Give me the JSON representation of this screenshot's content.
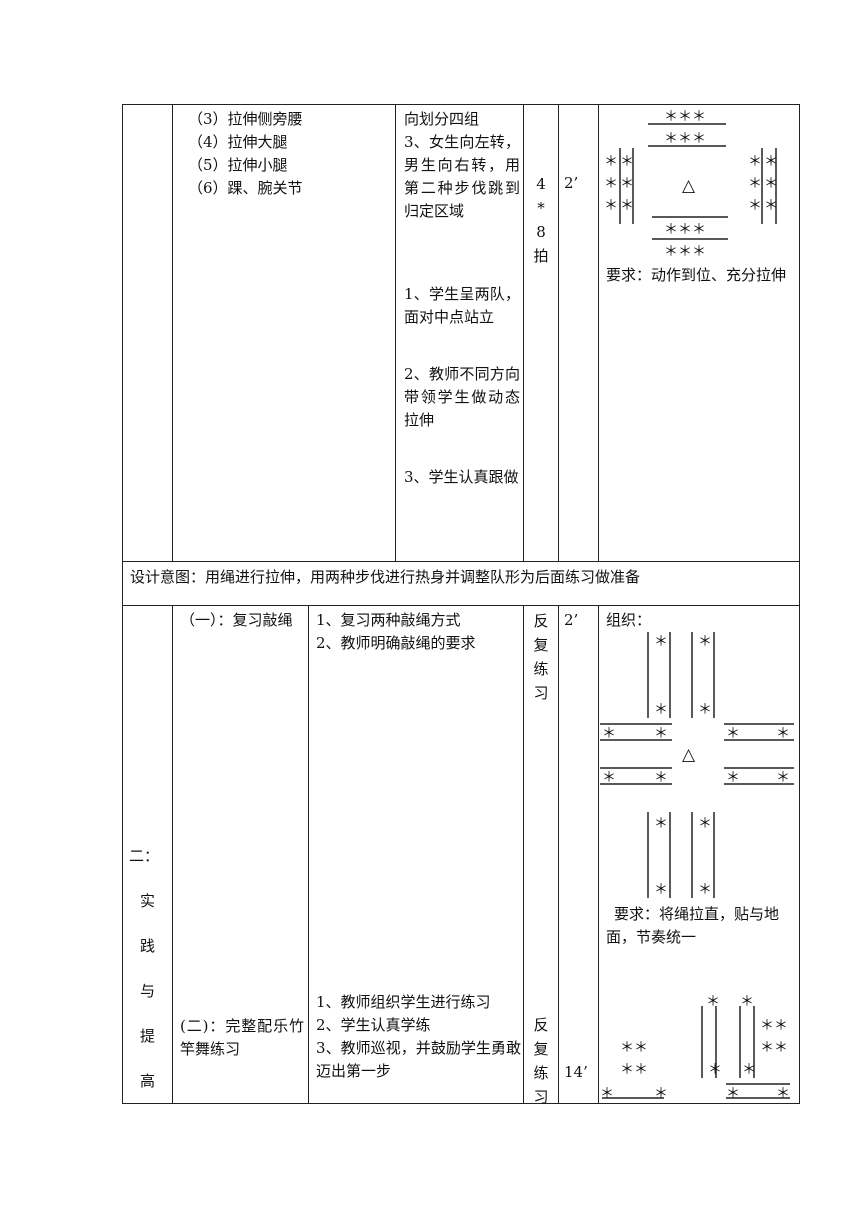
{
  "row1": {
    "content": [
      "（3）拉伸侧旁腰",
      "（4）拉伸大腿",
      "（5）拉伸小腿",
      "（6）踝、腕关节"
    ],
    "methods": [
      "向划分四组",
      "3、女生向左转，男生向右转，用第二种步伐跳到归定区域",
      "1、学生呈两队，面对中点站立",
      "2、教师不同方向带领学生做动态拉伸",
      "3、学生认真跟做"
    ],
    "count": [
      "4",
      "*",
      "8",
      "拍"
    ],
    "time": "2’",
    "diagram": {
      "symbol": "△",
      "star_row": "＊＊＊"
    },
    "requirement": "要求：动作到位、充分拉伸"
  },
  "intent": "设计意图：用绳进行拉伸，用两种步伐进行热身并调整队形为后面练习做准备",
  "section2": {
    "title_chars": [
      "二：",
      "实",
      "践",
      "与",
      "提",
      "高"
    ],
    "part1": {
      "content": "（一）：复习敲绳",
      "methods": [
        "1、复习两种敲绳方式",
        "2、教师明确敲绳的要求"
      ],
      "practice": [
        "反",
        "复",
        "练",
        "习"
      ],
      "time": "2’",
      "org_label": "组织：",
      "symbol": "△",
      "star": "＊",
      "requirement": "要求：将绳拉直，贴与地面，节奏统一"
    },
    "part2": {
      "content": "(二)：完整配乐竹竿舞练习",
      "methods": [
        "1、教师组织学生进行练习",
        "2、学生认真学练",
        "3、教师巡视，并鼓励学生勇敢迈出第一步"
      ],
      "practice": [
        "反",
        "复",
        "练",
        "习"
      ],
      "time": "14’",
      "star": "＊",
      "star_pair": "＊＊"
    }
  }
}
